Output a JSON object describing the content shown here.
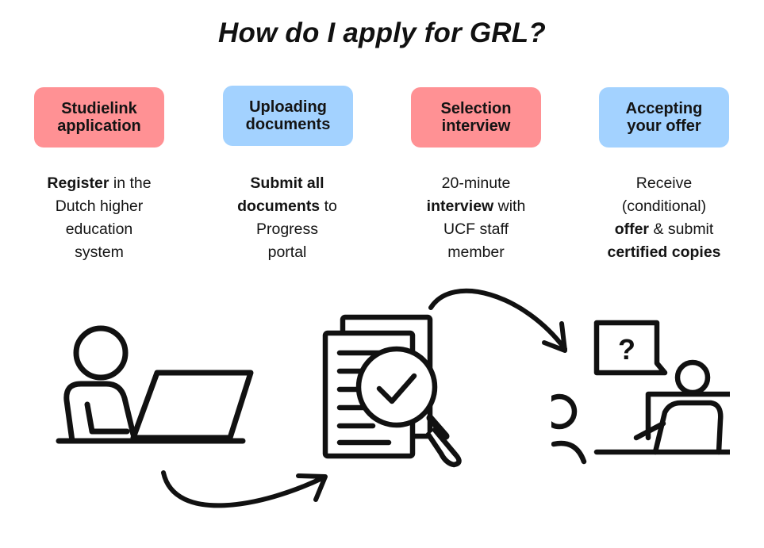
{
  "title": "How do I apply for GRL?",
  "colors": {
    "pink": "#FF9194",
    "blue": "#A3D2FF",
    "ink": "#111111"
  },
  "steps": [
    {
      "label_line1": "Studielink",
      "label_line2": "application",
      "desc": [
        [
          "Register",
          " in the"
        ],
        [
          "",
          "Dutch higher"
        ],
        [
          "",
          "education"
        ],
        [
          "",
          "system"
        ]
      ]
    },
    {
      "label_line1": "Uploading",
      "label_line2": "documents",
      "desc": [
        [
          "Submit all",
          ""
        ],
        [
          "documents",
          " to"
        ],
        [
          "",
          "Progress"
        ],
        [
          "",
          "portal"
        ]
      ]
    },
    {
      "label_line1": "Selection",
      "label_line2": "interview",
      "desc": [
        [
          "",
          "20-minute"
        ],
        [
          "interview",
          " with"
        ],
        [
          "",
          "UCF staff"
        ],
        [
          "",
          "member"
        ]
      ]
    },
    {
      "label_line1": "Accepting",
      "label_line2": "your offer",
      "desc": [
        [
          "",
          "Receive"
        ],
        [
          "",
          "(conditional)"
        ],
        [
          "offer",
          " & submit"
        ],
        [
          "certified copies",
          ""
        ]
      ]
    }
  ],
  "speech_bubble_text": "?",
  "icons": [
    "person-at-laptop-icon",
    "document-magnifier-check-icon",
    "interview-conversation-icon",
    "flow-arrow-icon"
  ]
}
